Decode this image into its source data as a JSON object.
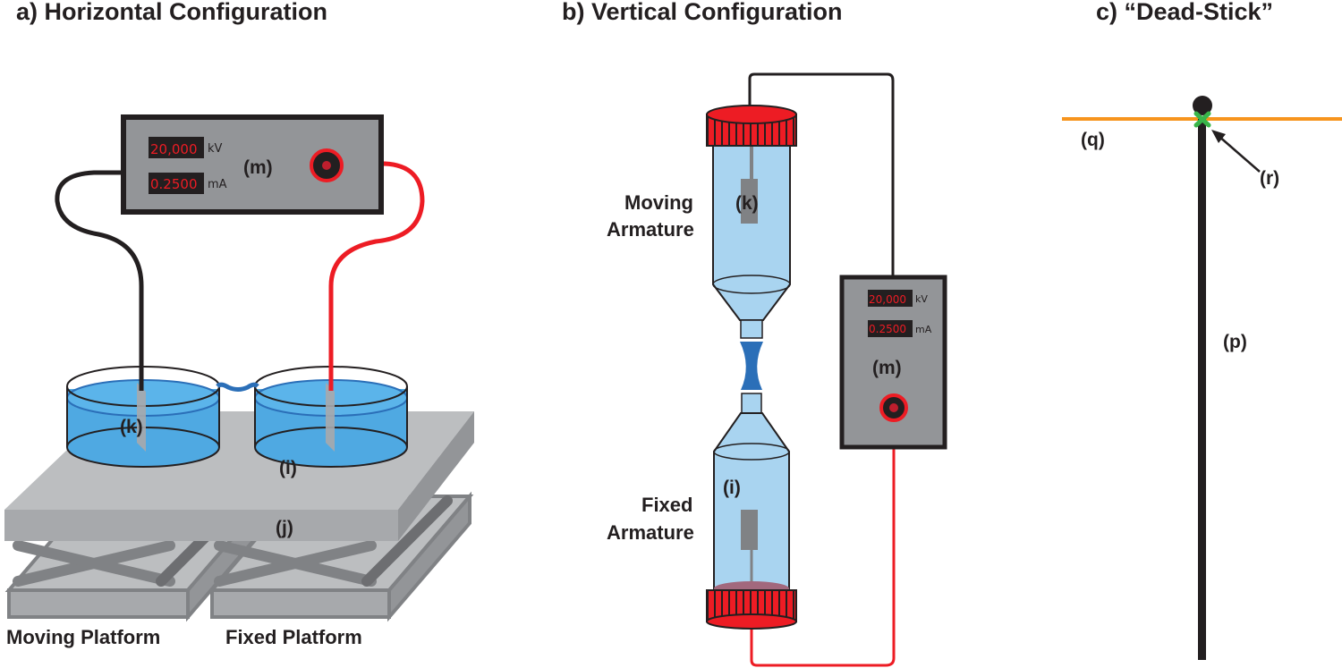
{
  "panels": {
    "a": {
      "title": "a) Horizontal Configuration",
      "power_supply": {
        "label": "(m)",
        "voltage_value": "20,000",
        "voltage_unit": "kV",
        "current_value": "0.2500",
        "current_unit": "mA"
      },
      "left_bath_label": "(k)",
      "right_bath_label": "(i)",
      "platform_label": "(j)",
      "moving_platform_caption": "Moving Platform",
      "fixed_platform_caption": "Fixed Platform"
    },
    "b": {
      "title": "b) Vertical Configuration",
      "power_supply": {
        "label": "(m)",
        "voltage_value": "20,000",
        "voltage_unit": "kV",
        "current_value": "0.2500",
        "current_unit": "mA"
      },
      "upper_armature_label": "(k)",
      "lower_armature_label": "(i)",
      "moving_armature_caption": [
        "Moving",
        "Armature"
      ],
      "fixed_armature_caption": [
        "Fixed",
        "Armature"
      ]
    },
    "c": {
      "title": "c) “Dead-Stick”",
      "line_label": "(q)",
      "stick_label": "(p)",
      "junction_label": "(r)"
    }
  },
  "colors": {
    "wire_negative": "#231f20",
    "wire_positive": "#ed1c24",
    "water": "#4fa9e2",
    "tube": "#a9d4f0",
    "cap": "#ed1c24",
    "power_supply_body": "#939598",
    "orange_line": "#f7941d",
    "green_junction": "#39b54a"
  }
}
